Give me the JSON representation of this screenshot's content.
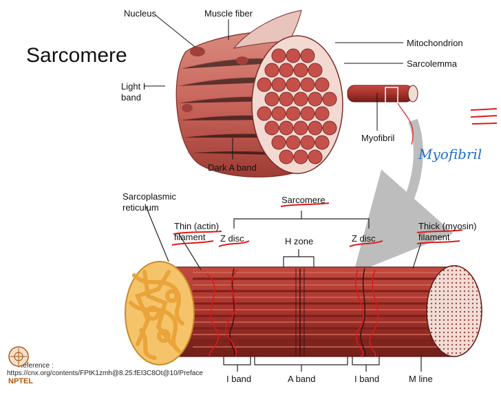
{
  "title": "Sarcomere",
  "labels": {
    "nucleus": "Nucleus",
    "muscle_fiber": "Muscle fiber",
    "mitochondrion": "Mitochondrion",
    "sarcolemma": "Sarcolemma",
    "light_i_band_1": "Light I",
    "light_i_band_2": "band",
    "myofibril": "Myofibril",
    "dark_a_band": "Dark A band",
    "sarcoplasmic_1": "Sarcoplasmic",
    "sarcoplasmic_2": "reticulum",
    "sarcomere": "Sarcomere",
    "thin_1": "Thin (actin)",
    "thin_2": "filament",
    "z_disc_left": "Z disc",
    "h_zone": "H zone",
    "z_disc_right": "Z disc",
    "thick_1": "Thick (myosin)",
    "thick_2": "filament",
    "i_band_left": "I band",
    "a_band": "A band",
    "i_band_right": "I band",
    "m_line": "M line"
  },
  "handwriting": {
    "myofibril_note": "Myofibril"
  },
  "reference": {
    "text": "Reference :",
    "url": "https://cnx.org/contents/FPtK1zmh@8.25:fEI3C8Ot@10/Preface"
  },
  "logo_text": "NPTEL",
  "colors": {
    "muscle": "#c8645a",
    "muscle_dark": "#8e2f2a",
    "reticulum": "#f2b94a",
    "annotation_red": "#e01818",
    "handwriting_blue": "#1a6fd1",
    "arrow_gray": "#bdbdbd"
  }
}
